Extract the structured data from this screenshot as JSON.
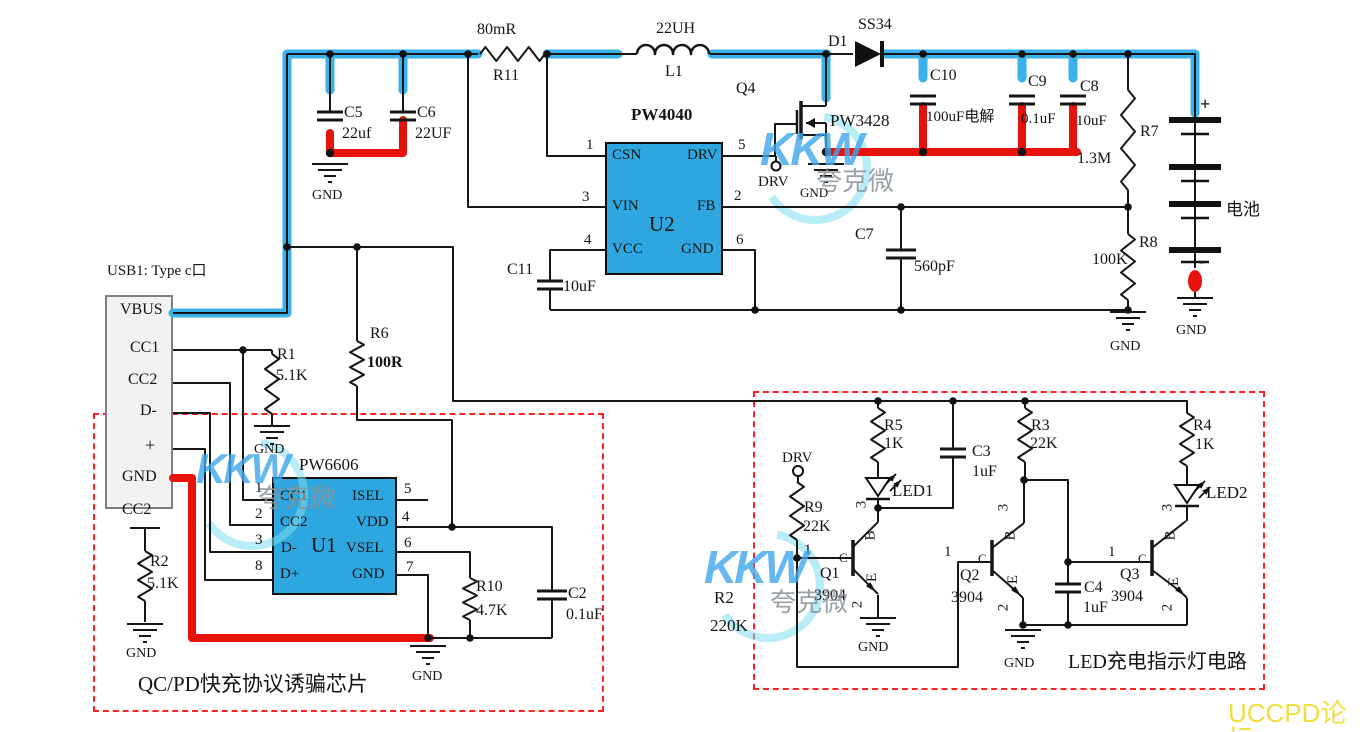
{
  "usb": {
    "label": "USB1: Type c口",
    "pins": [
      "VBUS",
      "CC1",
      "CC2",
      "D-",
      "+",
      "GND"
    ]
  },
  "chips": {
    "u2": {
      "part": "PW4040",
      "ref": "U2",
      "left_pins": [
        {
          "num": "1",
          "name": "CSN"
        },
        {
          "num": "3",
          "name": "VIN"
        },
        {
          "num": "4",
          "name": "VCC"
        }
      ],
      "right_pins": [
        {
          "num": "5",
          "name": "DRV"
        },
        {
          "num": "2",
          "name": "FB"
        },
        {
          "num": "6",
          "name": "GND"
        }
      ]
    },
    "u1": {
      "part": "PW6606",
      "ref": "U1",
      "left_pins": [
        {
          "num": "1",
          "name": "CC1"
        },
        {
          "num": "2",
          "name": "CC2"
        },
        {
          "num": "3",
          "name": "D-"
        },
        {
          "num": "8",
          "name": "D+"
        }
      ],
      "right_pins": [
        {
          "num": "5",
          "name": "ISEL"
        },
        {
          "num": "4",
          "name": "VDD"
        },
        {
          "num": "6",
          "name": "VSEL"
        },
        {
          "num": "7",
          "name": "GND"
        }
      ]
    }
  },
  "components": {
    "r11": {
      "ref": "R11",
      "value": "80mR"
    },
    "l1": {
      "ref": "L1",
      "value": "22UH"
    },
    "d1": {
      "ref": "D1",
      "value": "SS34"
    },
    "q4": {
      "ref": "Q4",
      "part": "PW3428"
    },
    "c5": {
      "ref": "C5",
      "value": "22uf"
    },
    "c6": {
      "ref": "C6",
      "value": "22UF"
    },
    "c10": {
      "ref": "C10",
      "value": "100uF电解"
    },
    "c9": {
      "ref": "C9",
      "value": "0.1uF"
    },
    "c8": {
      "ref": "C8",
      "value": "10uF"
    },
    "c11": {
      "ref": "C11",
      "value": "10uF"
    },
    "c7": {
      "ref": "C7",
      "value": "560pF"
    },
    "c2": {
      "ref": "C2",
      "value": "0.1uF"
    },
    "c3": {
      "ref": "C3",
      "value": "1uF"
    },
    "c4": {
      "ref": "C4",
      "value": "1uF"
    },
    "r1": {
      "ref": "R1",
      "value": "5.1K"
    },
    "r2": {
      "ref": "R2",
      "value": "5.1K"
    },
    "r2b": {
      "ref": "R2",
      "value": "220K"
    },
    "r6": {
      "ref": "R6",
      "value": "100R"
    },
    "r7": {
      "ref": "R7",
      "value": "1.3M"
    },
    "r8": {
      "ref": "R8",
      "value": "100K"
    },
    "r10": {
      "ref": "R10",
      "value": "4.7K"
    },
    "r5": {
      "ref": "R5",
      "value": "1K"
    },
    "r9": {
      "ref": "R9",
      "value": "22K"
    },
    "r3": {
      "ref": "R3",
      "value": "22K"
    },
    "r4": {
      "ref": "R4",
      "value": "1K"
    },
    "led1": {
      "ref": "LED1"
    },
    "led2": {
      "ref": "LED2"
    },
    "q1": {
      "ref": "Q1",
      "part": "3904"
    },
    "q2": {
      "ref": "Q2",
      "part": "3904"
    },
    "q3": {
      "ref": "Q3",
      "part": "3904"
    }
  },
  "nets": {
    "gnd": "GND",
    "drv": "DRV",
    "cc2": "CC2"
  },
  "battery": {
    "label": "电池",
    "plus": "+",
    "minus": "-"
  },
  "bjt_pins": {
    "c": "C",
    "b": "B",
    "e": "E",
    "p1": "1",
    "p2": "2",
    "p3": "3"
  },
  "captions": {
    "qcpd": "QC/PD快充协议诱骗芯片",
    "led": "LED充电指示灯电路"
  },
  "watermark": {
    "kkw": "KKW",
    "vendor": "夸克微",
    "forum": "UCCPD论坛"
  },
  "colors": {
    "power_wire": "#3AB1E9",
    "ground_wire": "#E8120C",
    "chip_fill": "#2EA7E0",
    "dashed_box": "#FF2222",
    "forum_text": "#F1DE3E",
    "watermark_blue": "#3FA5EC"
  }
}
